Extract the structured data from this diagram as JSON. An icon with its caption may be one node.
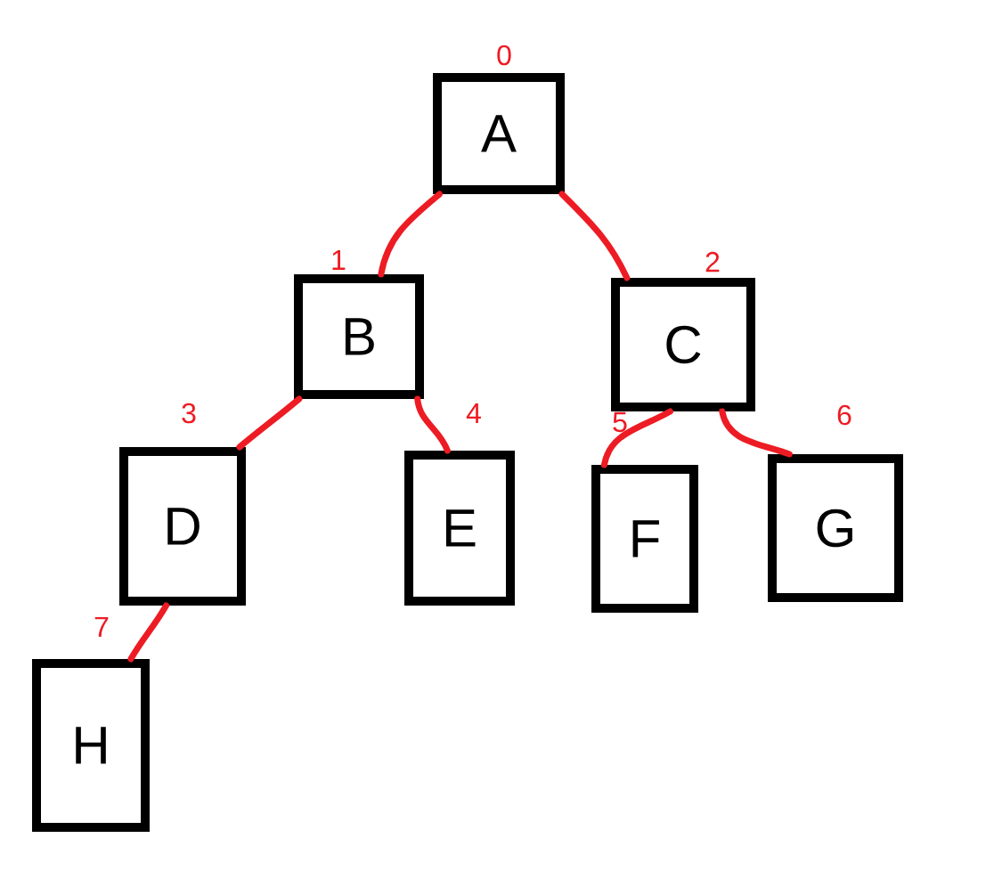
{
  "diagram": {
    "nodes": [
      {
        "text": [
          "A"
        ],
        "beside": [
          "0"
        ]
      },
      {
        "text": [
          "B"
        ],
        "beside": [
          "1"
        ]
      },
      {
        "text": [
          "C"
        ],
        "beside": [
          "2"
        ]
      },
      {
        "text": [
          "D"
        ],
        "beside": [
          "3"
        ]
      },
      {
        "text": [
          "E"
        ],
        "beside": [
          "4"
        ]
      },
      {
        "text": [
          "F"
        ]
      },
      {
        "text": [
          "G"
        ],
        "beside": [
          "6"
        ]
      },
      {
        "text": [
          "H"
        ],
        "beside": [
          "7"
        ]
      }
    ],
    "edges": [
      {
        "from": 0,
        "to": 1,
        "arrow": "none"
      },
      {
        "from": 0,
        "to": 2,
        "arrow": "none"
      },
      {
        "from": 1,
        "to": 3,
        "arrow": "none"
      },
      {
        "from": 1,
        "to": 4,
        "arrow": "none"
      },
      {
        "from": 2,
        "to": 5,
        "arrow": "none"
      },
      {
        "from": 2,
        "to": 6,
        "arrow": "none"
      },
      {
        "from": 3,
        "to": 7,
        "arrow": "none"
      }
    ],
    "labels": [
      "5"
    ]
  }
}
